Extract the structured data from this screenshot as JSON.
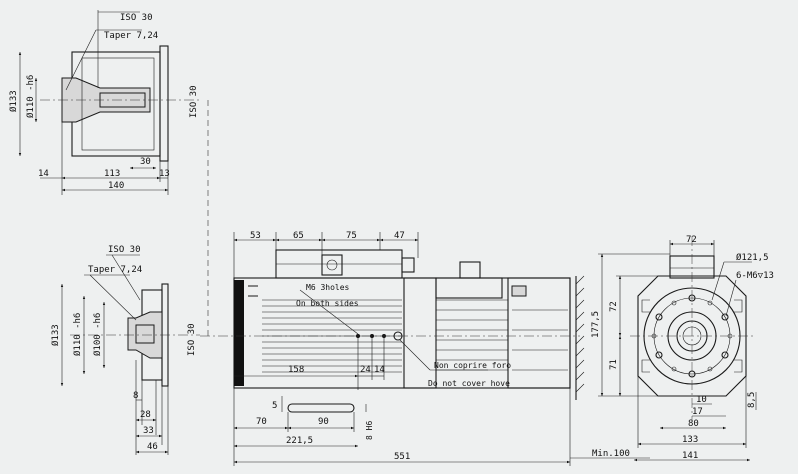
{
  "top_left_view": {
    "iso": "ISO 30",
    "taper": "Taper  7,24",
    "dia_outer": "Ø133",
    "dia_inner": "Ø110 -h6",
    "iso_side": "ISO 30",
    "d30": "30",
    "d14": "14",
    "d113": "113",
    "d13": "13",
    "d140": "140"
  },
  "mid_left_view": {
    "iso": "ISO 30",
    "taper": "Taper  7,24",
    "dia_outer": "Ø133",
    "dia_110": "Ø110 -h6",
    "dia_100": "Ø100 -h6",
    "iso_side": "ISO 30",
    "d8": "8",
    "d28": "28",
    "d33": "33",
    "d46": "46"
  },
  "side_view": {
    "d53": "53",
    "d65": "65",
    "d75": "75",
    "d47": "47",
    "holes_note": "M6 3holes",
    "both_sides": "On both sides",
    "d158": "158",
    "d24": "24",
    "d14": "14",
    "note_it": "Non coprire foro",
    "note_en": "Do not cover hove",
    "d5": "5",
    "d70": "70",
    "d90": "90",
    "slot": "8 H6",
    "d221": "221,5",
    "d551": "551",
    "min100": "Min.100"
  },
  "front_view": {
    "d72_top": "72",
    "dia1215": "Ø121,5",
    "holes": "6-M6▽13",
    "d1775": "177,5",
    "d72_side": "72",
    "d71": "71",
    "d10": "10",
    "d17": "17",
    "d85": "8,5",
    "d80": "80",
    "d133": "133",
    "d141": "141"
  }
}
